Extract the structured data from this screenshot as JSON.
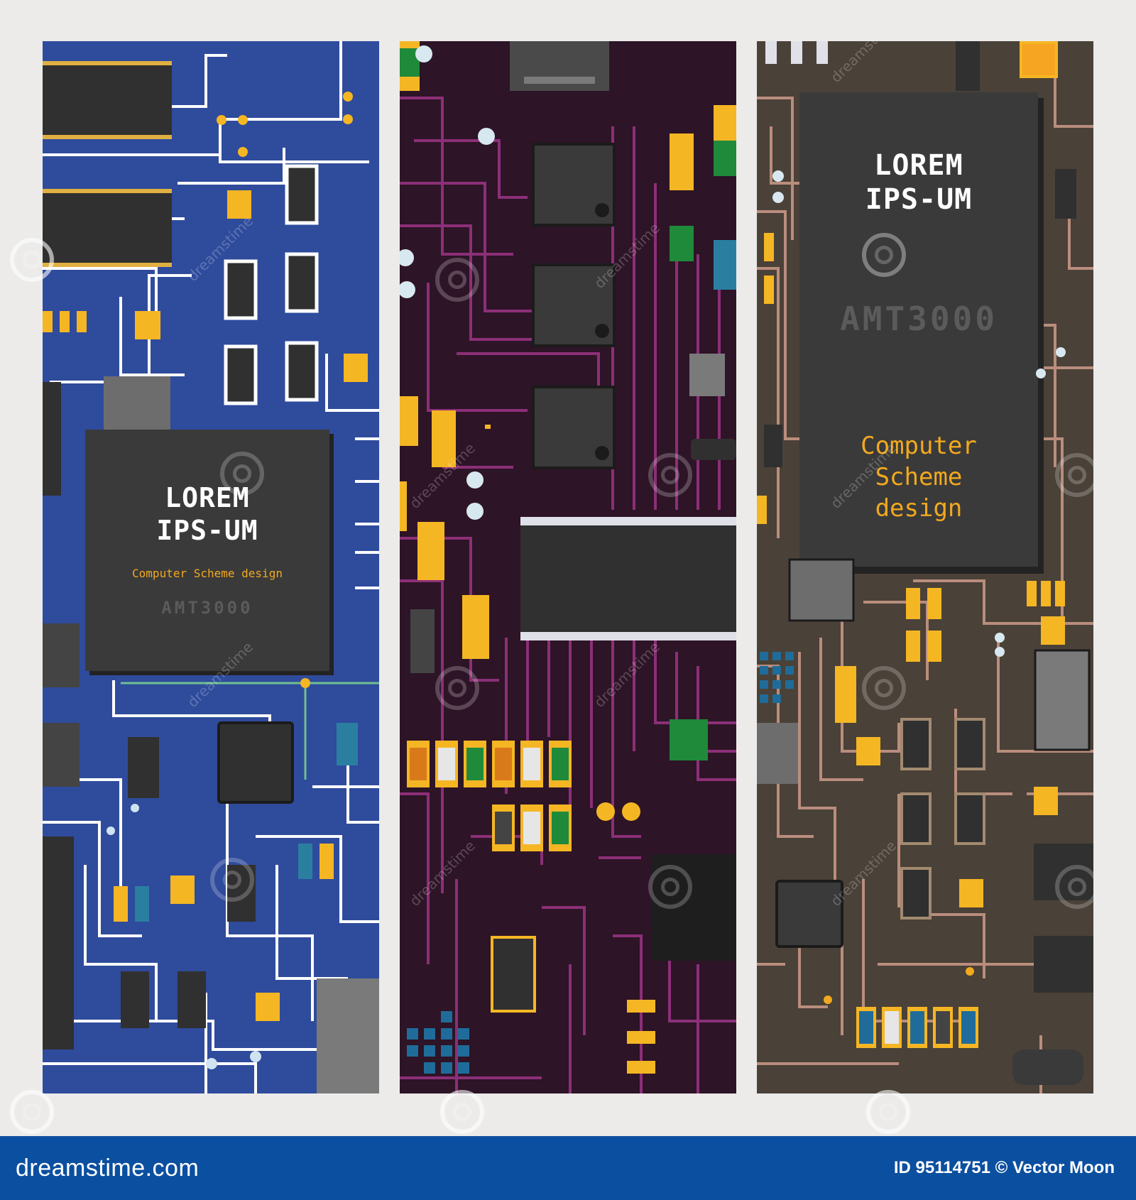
{
  "banners": [
    {
      "title_line1": "LOREM",
      "title_line2": "IPS-UM",
      "subtitle": "Computer Scheme design",
      "code": "AMT3000",
      "background": "#2f4b9c",
      "trace_color": "#ffffff"
    },
    {
      "background": "#2d1426",
      "trace_color": "#8c2f78"
    },
    {
      "title_line1": "LOREM",
      "title_line2": "IPS-UM",
      "code": "AMT3000",
      "subtitle_line1": "Computer",
      "subtitle_line2": "Scheme",
      "subtitle_line3": "design",
      "background": "#4a4138",
      "trace_color": "#b98d7d"
    }
  ],
  "watermark": {
    "text": "dreamstime"
  },
  "footer": {
    "brand": "dreamstime.com",
    "credit": "ID 95114751 © Vector Moon",
    "background": "#0b4fa0"
  },
  "colors": {
    "chip": "#3a3a3a",
    "accent_orange": "#f2a91e",
    "pad_gold": "#f5b624",
    "green": "#1f8a3a",
    "teal": "#2a7fa0"
  }
}
